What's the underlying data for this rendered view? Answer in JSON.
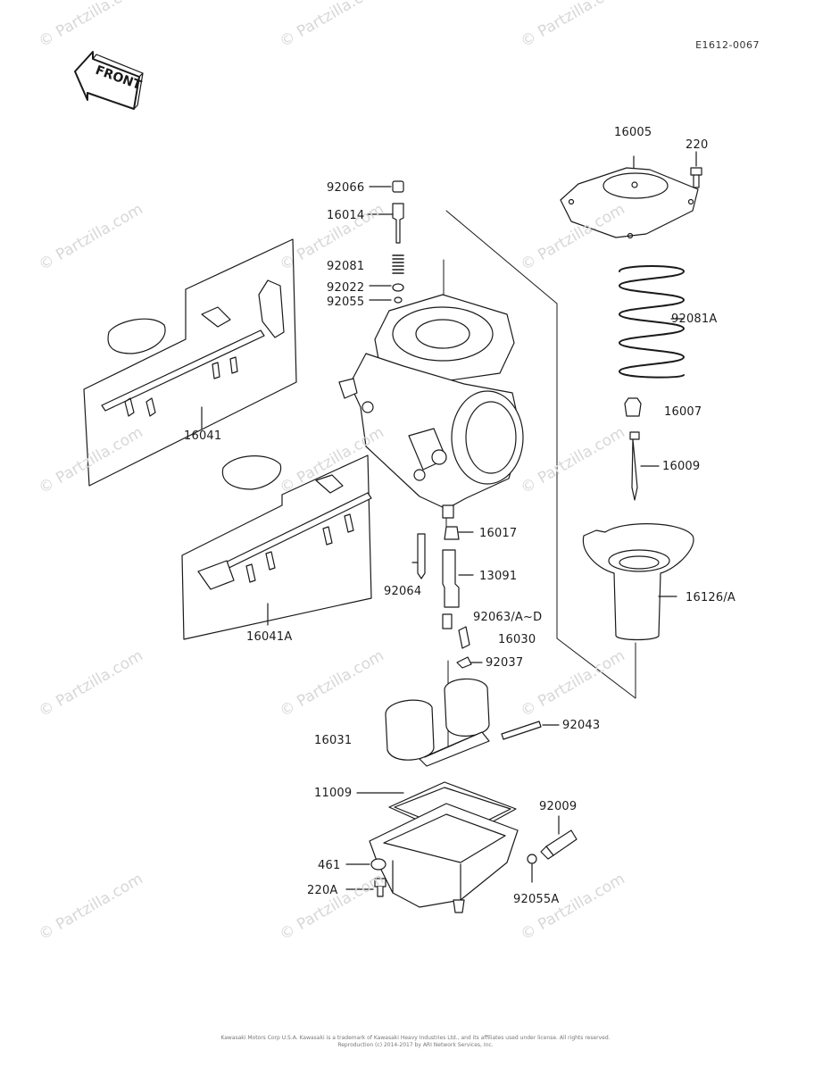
{
  "diagram": {
    "code": "E1612-0067",
    "front_label": "FRONT",
    "watermark": "© Partzilla.com",
    "colors": {
      "line": "#1a1a1a",
      "watermark": "#d7d7d7",
      "background": "#ffffff"
    },
    "parts": [
      {
        "id": "p16005",
        "label": "16005"
      },
      {
        "id": "p220",
        "label": "220"
      },
      {
        "id": "p92066",
        "label": "92066"
      },
      {
        "id": "p16014",
        "label": "16014"
      },
      {
        "id": "p92081",
        "label": "92081"
      },
      {
        "id": "p92022",
        "label": "92022"
      },
      {
        "id": "p92055",
        "label": "92055"
      },
      {
        "id": "p92081A",
        "label": "92081A"
      },
      {
        "id": "p16007",
        "label": "16007"
      },
      {
        "id": "p16009",
        "label": "16009"
      },
      {
        "id": "p16041",
        "label": "16041"
      },
      {
        "id": "p16041A",
        "label": "16041A"
      },
      {
        "id": "p16017",
        "label": "16017"
      },
      {
        "id": "p92064",
        "label": "92064"
      },
      {
        "id": "p13091",
        "label": "13091"
      },
      {
        "id": "p16126A",
        "label": "16126/A"
      },
      {
        "id": "p92063",
        "label": "92063/A~D"
      },
      {
        "id": "p16030",
        "label": "16030"
      },
      {
        "id": "p92037",
        "label": "92037"
      },
      {
        "id": "p16031",
        "label": "16031"
      },
      {
        "id": "p92043",
        "label": "92043"
      },
      {
        "id": "p11009",
        "label": "11009"
      },
      {
        "id": "p92009",
        "label": "92009"
      },
      {
        "id": "p461",
        "label": "461"
      },
      {
        "id": "p220A",
        "label": "220A"
      },
      {
        "id": "p92055A",
        "label": "92055A"
      }
    ],
    "footer": [
      "Kawasaki Motors Corp U.S.A.  Kawasaki is a trademark of Kawasaki Heavy Industries Ltd., and its affiliates used under license. All rights reserved.",
      "Reproduction (c) 2014-2017 by ARI Network Services, Inc."
    ]
  }
}
